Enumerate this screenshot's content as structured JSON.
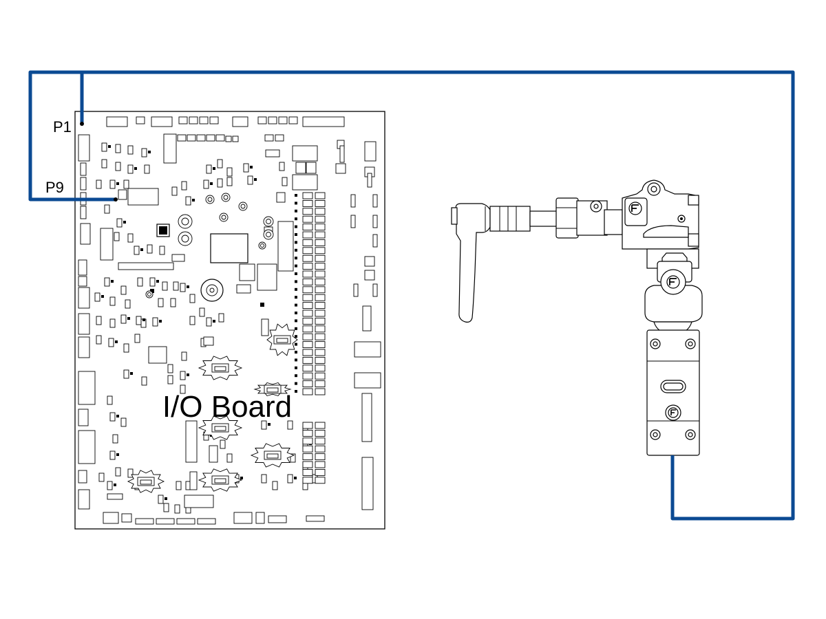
{
  "diagram": {
    "board_label": "I/O Board",
    "connectors": {
      "p1": "P1",
      "p9": "P9"
    }
  },
  "colors": {
    "wire": "#0b4a93",
    "line": "#000000",
    "background": "#ffffff"
  },
  "icons": {
    "switch_logo": "f-logo-icon"
  }
}
